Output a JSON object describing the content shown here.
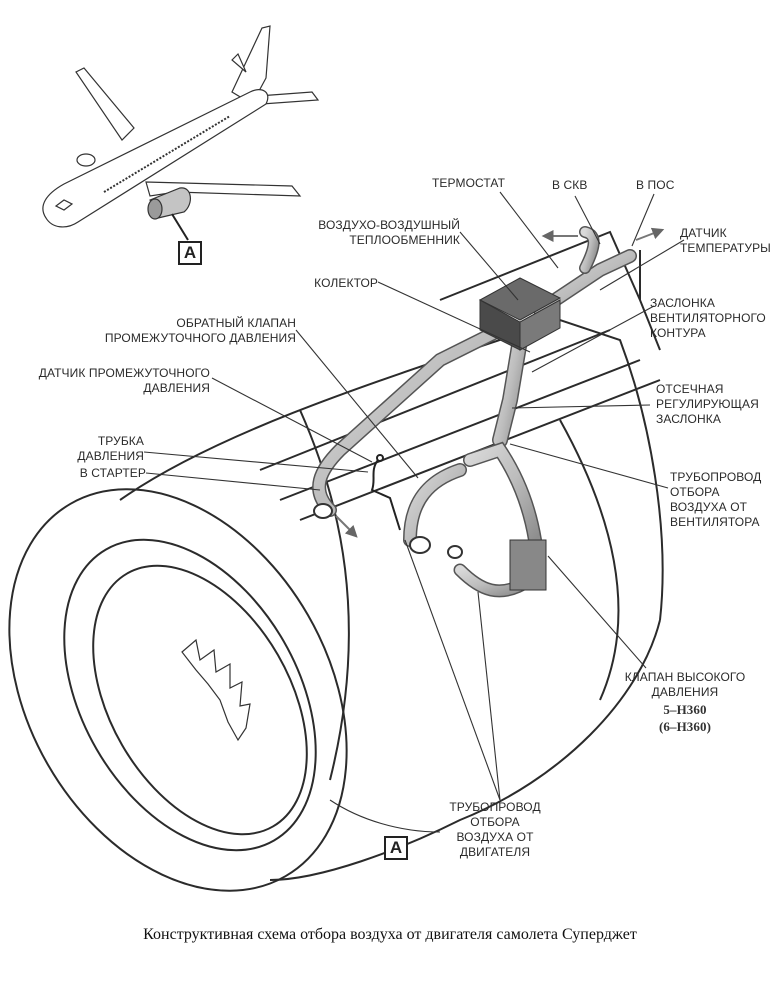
{
  "figure": {
    "caption": "Конструктивная схема отбора воздуха от двигателя самолета Суперджет",
    "detail_marker": "A",
    "inset": {
      "description": "airplane-overview",
      "marker": "A"
    }
  },
  "labels": {
    "thermostat": "ТЕРМОСТАТ",
    "to_ecs": "В СКВ",
    "to_ais": "В ПОС",
    "heat_exchanger": "ВОЗДУХО-ВОЗДУШНЫЙ\nТЕПЛООБМЕННИК",
    "temperature_sensor": "ДАТЧИК\nТЕМПЕРАТУРЫ",
    "manifold": "КОЛЕКТОР",
    "ip_check_valve": "ОБРАТНЫЙ КЛАПАН\nПРОМЕЖУТОЧНОГО ДАВЛЕНИЯ",
    "fan_air_valve": "ЗАСЛОНКА\nВЕНТИЛЯТОРНОГО\nКОНТУРА",
    "ip_pressure_sensor": "ДАТЧИК ПРОМЕЖУТОЧНОГО\nДАВЛЕНИЯ",
    "shutoff_regulating_valve": "ОТСЕЧНАЯ\nРЕГУЛИРУЮЩАЯ\nЗАСЛОНКА",
    "pressure_tube": "ТРУБКА\nДАВЛЕНИЯ",
    "to_starter": "В СТАРТЕР",
    "fan_bleed_duct": "ТРУБОПРОВОД\nОТБОРА\nВОЗДУХА ОТ\nВЕНТИЛЯТОРА",
    "hp_valve": "КЛАПАН ВЫСОКОГО\nДАВЛЕНИЯ",
    "hp_valve_ref1": "5–H360",
    "hp_valve_ref2": "(6–H360)",
    "engine_bleed_duct": "ТРУБОПРОВОД\nОТБОРА\nВОЗДУХА ОТ\nДВИГАТЕЛЯ"
  }
}
